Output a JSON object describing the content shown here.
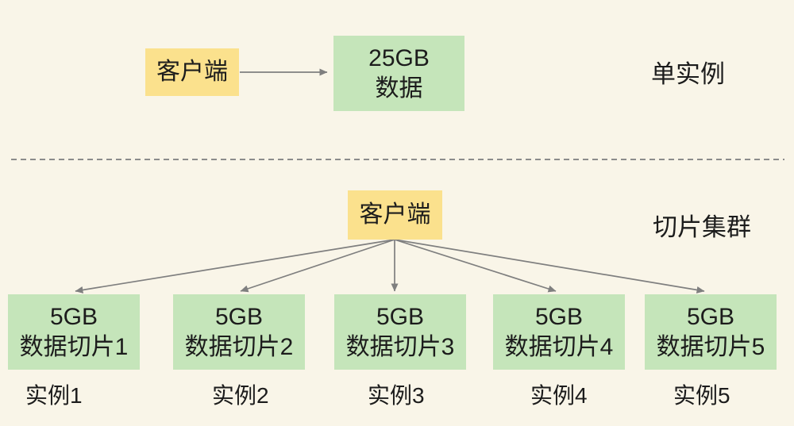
{
  "colors": {
    "background": "#f9f5e8",
    "client_box": "#fbe18d",
    "data_box": "#c5e5ba",
    "arrow": "#7f7f7f",
    "divider": "#8c8c8c",
    "text": "#1c1c1c"
  },
  "icons": {
    "single_connector": "right-arrow-icon",
    "cluster_connector": "fan-arrows-icon",
    "section_divider": "dashed-horizontal-line"
  },
  "single_instance": {
    "client_label": "客户端",
    "data_box": {
      "line1": "25GB",
      "line2": "数据"
    },
    "section_label": "单实例"
  },
  "sharded_cluster": {
    "client_label": "客户端",
    "section_label": "切片集群",
    "shards": [
      {
        "size": "5GB",
        "name": "数据切片1",
        "instance": "实例1"
      },
      {
        "size": "5GB",
        "name": "数据切片2",
        "instance": "实例2"
      },
      {
        "size": "5GB",
        "name": "数据切片3",
        "instance": "实例3"
      },
      {
        "size": "5GB",
        "name": "数据切片4",
        "instance": "实例4"
      },
      {
        "size": "5GB",
        "name": "数据切片5",
        "instance": "实例5"
      }
    ]
  }
}
